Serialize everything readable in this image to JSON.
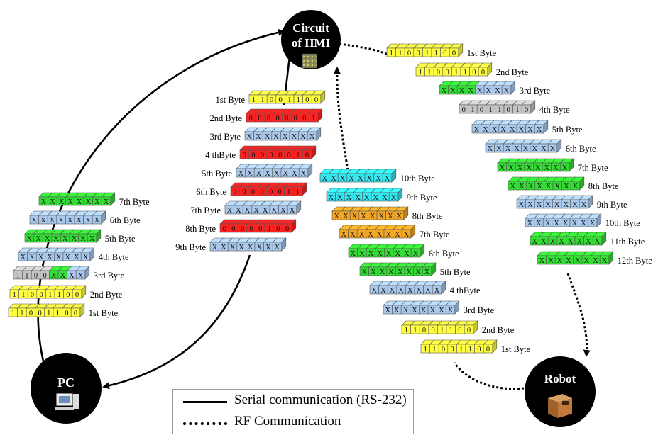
{
  "nodes": {
    "hmi": {
      "label_line1": "Circuit",
      "label_line2": "of HMI"
    },
    "pc": {
      "label": "PC"
    },
    "robot": {
      "label": "Robot"
    }
  },
  "legend": {
    "serial_label": "Serial communication (RS-232)",
    "rf_label": "RF Communication"
  },
  "colors": {
    "yellow": "#ffff40",
    "red": "#ff2020",
    "blue": "#a9c8ec",
    "green": "#33dd33",
    "gray": "#c4c4c4",
    "cyan": "#33e6f0",
    "orange": "#f5a623"
  },
  "stacks": {
    "pc_to_hmi": {
      "packets": [
        {
          "label": "1st Byte",
          "segments": [
            {
              "color": "yellow",
              "bits": "11001100"
            }
          ]
        },
        {
          "label": "2nd Byte",
          "segments": [
            {
              "color": "red",
              "bits": "00000001"
            }
          ]
        },
        {
          "label": "3rd Byte",
          "segments": [
            {
              "color": "blue",
              "bits": "XXXXXXXX"
            }
          ]
        },
        {
          "label": "4 thByte",
          "segments": [
            {
              "color": "red",
              "bits": "00000010"
            }
          ]
        },
        {
          "label": "5th Byte",
          "segments": [
            {
              "color": "blue",
              "bits": "XXXXXXXX"
            }
          ]
        },
        {
          "label": "6th Byte",
          "segments": [
            {
              "color": "red",
              "bits": "00000011"
            }
          ]
        },
        {
          "label": "7th Byte",
          "segments": [
            {
              "color": "blue",
              "bits": "XXXXXXXX"
            }
          ]
        },
        {
          "label": "8th Byte",
          "segments": [
            {
              "color": "red",
              "bits": "00000100"
            }
          ]
        },
        {
          "label": "9th Byte",
          "segments": [
            {
              "color": "blue",
              "bits": "XXXXXXXX"
            }
          ]
        }
      ]
    },
    "hmi_to_pc": {
      "packets": [
        {
          "label": "7th Byte",
          "segments": [
            {
              "color": "green",
              "bits": "XXXXXXXX"
            }
          ]
        },
        {
          "label": "6th Byte",
          "segments": [
            {
              "color": "blue",
              "bits": "XXXXXXXX"
            }
          ]
        },
        {
          "label": "5th  Byte",
          "segments": [
            {
              "color": "green",
              "bits": "XXXXXXXX"
            }
          ]
        },
        {
          "label": "4th Byte",
          "segments": [
            {
              "color": "blue",
              "bits": "XXXXXXXX"
            }
          ]
        },
        {
          "label": "3rd Byte",
          "segments": [
            {
              "color": "gray",
              "bits": "1100"
            },
            {
              "color": "green",
              "bits": "XX"
            },
            {
              "color": "blue",
              "bits": "XX"
            }
          ]
        },
        {
          "label": "2nd Byte",
          "segments": [
            {
              "color": "yellow",
              "bits": "11001100"
            }
          ]
        },
        {
          "label": "1st Byte",
          "segments": [
            {
              "color": "yellow",
              "bits": "11001100"
            }
          ]
        }
      ]
    },
    "hmi_to_robot": {
      "packets": [
        {
          "label": "1st Byte",
          "segments": [
            {
              "color": "yellow",
              "bits": "11001100"
            }
          ]
        },
        {
          "label": "2nd Byte",
          "segments": [
            {
              "color": "yellow",
              "bits": "11001100"
            }
          ]
        },
        {
          "label": "3rd  Byte",
          "segments": [
            {
              "color": "green",
              "bits": "XXXX"
            },
            {
              "color": "blue",
              "bits": "XXXX"
            }
          ]
        },
        {
          "label": "4th Byte",
          "segments": [
            {
              "color": "gray",
              "bits": "01011010"
            }
          ]
        },
        {
          "label": "5th Byte",
          "segments": [
            {
              "color": "blue",
              "bits": "XXXXXXXX"
            }
          ]
        },
        {
          "label": "6th Byte",
          "segments": [
            {
              "color": "blue",
              "bits": "XXXXXXXX"
            }
          ]
        },
        {
          "label": "7th Byte",
          "segments": [
            {
              "color": "green",
              "bits": "XXXXXXXX"
            }
          ]
        },
        {
          "label": "8th Byte",
          "segments": [
            {
              "color": "green",
              "bits": "XXXXXXXX"
            }
          ]
        },
        {
          "label": "9th Byte",
          "segments": [
            {
              "color": "blue",
              "bits": "XXXXXXXX"
            }
          ]
        },
        {
          "label": "10th Byte",
          "segments": [
            {
              "color": "blue",
              "bits": "XXXXXXXX"
            }
          ]
        },
        {
          "label": "11th Byte",
          "segments": [
            {
              "color": "green",
              "bits": "XXXXXXXX"
            }
          ]
        },
        {
          "label": "12th Byte",
          "segments": [
            {
              "color": "green",
              "bits": "XXXXXXXX"
            }
          ]
        }
      ]
    },
    "robot_to_hmi": {
      "packets": [
        {
          "label": "10th Byte",
          "segments": [
            {
              "color": "cyan",
              "bits": "XXXXXXXX"
            }
          ]
        },
        {
          "label": "9th Byte",
          "segments": [
            {
              "color": "cyan",
              "bits": "XXXXXXXX"
            }
          ]
        },
        {
          "label": "8th Byte",
          "segments": [
            {
              "color": "orange",
              "bits": "XXXXXXXX"
            }
          ]
        },
        {
          "label": "7th Byte",
          "segments": [
            {
              "color": "orange",
              "bits": "XXXXXXXX"
            }
          ]
        },
        {
          "label": "6th Byte",
          "segments": [
            {
              "color": "green",
              "bits": "XXXXXXXX"
            }
          ]
        },
        {
          "label": "5th Byte",
          "segments": [
            {
              "color": "green",
              "bits": "XXXXXXXX"
            }
          ]
        },
        {
          "label": "4 thByte",
          "segments": [
            {
              "color": "blue",
              "bits": "XXXXXXXX"
            }
          ]
        },
        {
          "label": "3rd Byte",
          "segments": [
            {
              "color": "blue",
              "bits": "XXXXXXXX"
            }
          ]
        },
        {
          "label": "2nd Byte",
          "segments": [
            {
              "color": "yellow",
              "bits": "11001100"
            }
          ]
        },
        {
          "label": "1st Byte",
          "segments": [
            {
              "color": "yellow",
              "bits": "11001100"
            }
          ]
        }
      ]
    }
  }
}
